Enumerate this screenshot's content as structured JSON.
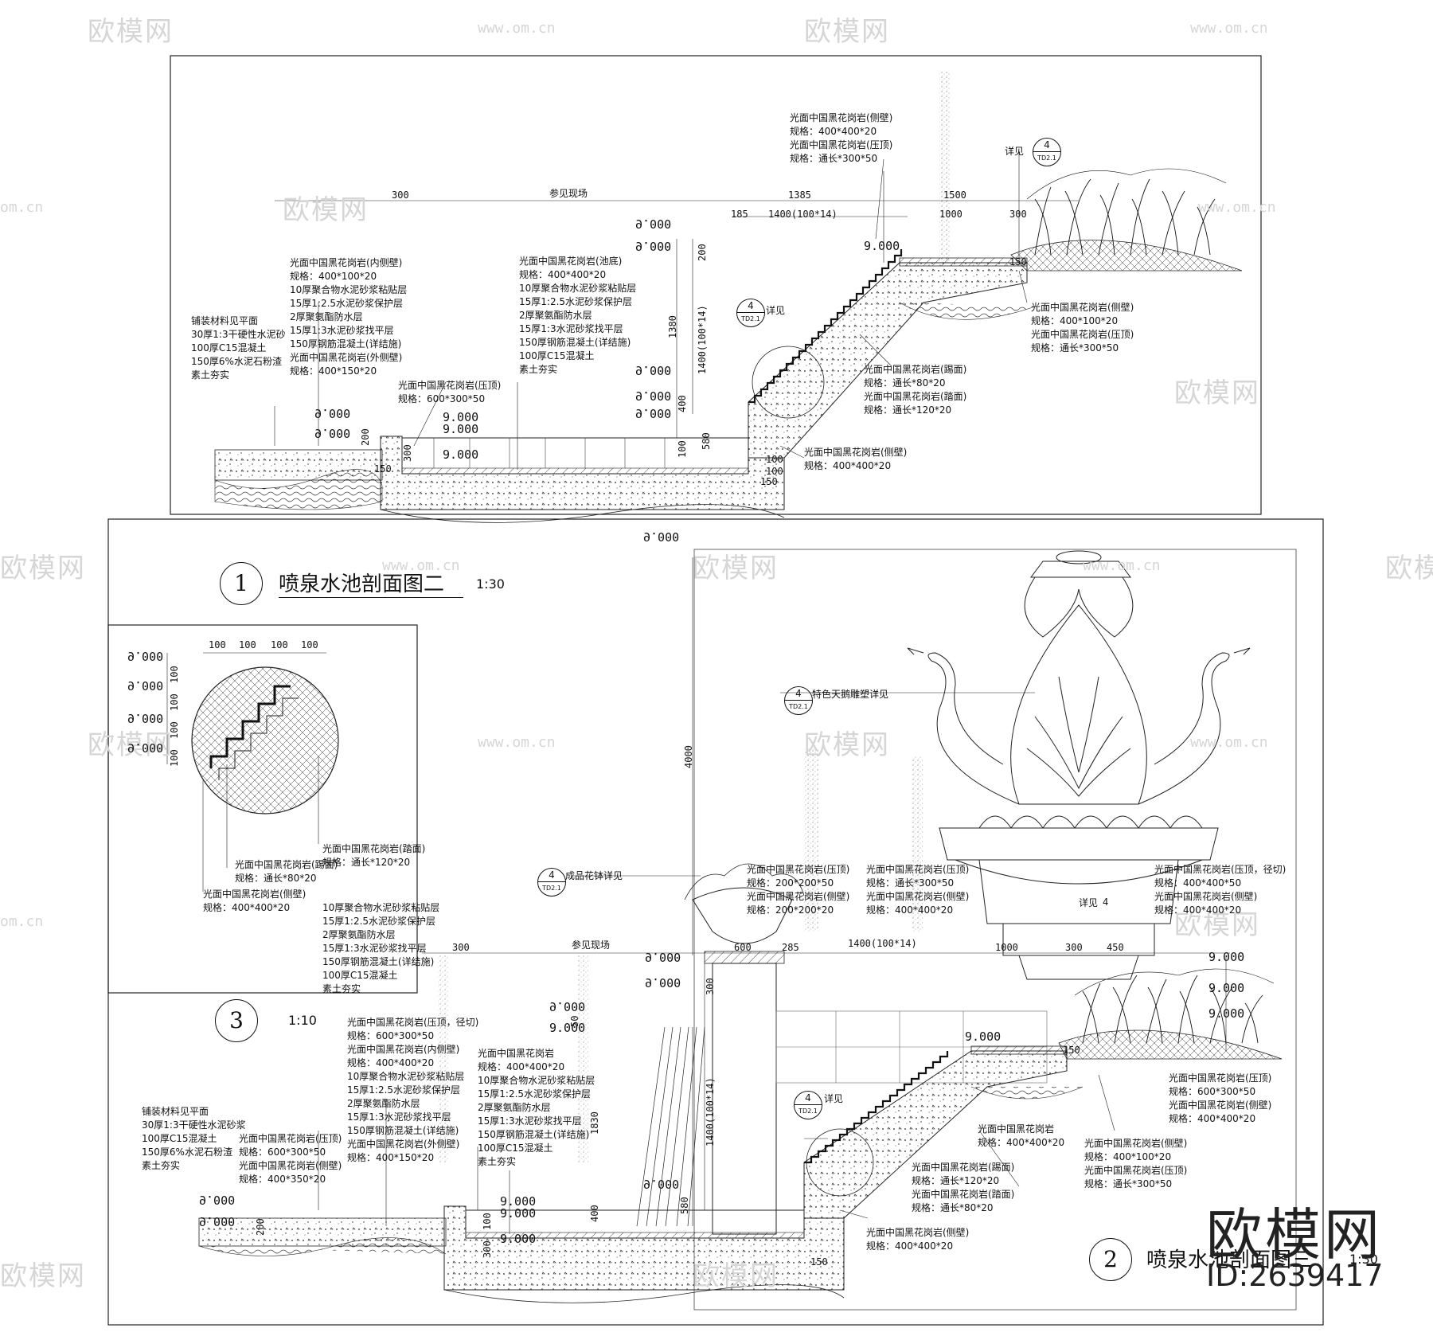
{
  "watermark": {
    "brand": "欧模网",
    "url": "www.om.cn",
    "url_short": "om.cn"
  },
  "stamp": {
    "brand": "欧模网",
    "id": "ID:2639417"
  },
  "section1": {
    "number": "1",
    "title": "喷泉水池剖面图二",
    "scale": "1:30",
    "dims": {
      "d300": "300",
      "ref_site": "参见现场",
      "d1385": "1385",
      "d1500": "1500",
      "d185": "185",
      "d1400x": "1400(100*14)",
      "d1000": "1000",
      "d300b": "300",
      "d150": "150",
      "v200": "200",
      "v1380": "1380",
      "v1400": "1400(100*14)",
      "v400": "400",
      "v580": "580",
      "v100": "100",
      "v200b": "200",
      "v300": "300",
      "d150b": "150",
      "d100": "100",
      "d100b": "100",
      "d150c": "150"
    },
    "elevations": [
      "9.000",
      "9.000",
      "9.000",
      "9.000",
      "9.000",
      "9.000",
      "9.000",
      "9.000",
      "9.000",
      "9.000",
      "9.000",
      "9.000",
      "9.000"
    ],
    "detail_ref_top": {
      "label": "详见",
      "num": "4",
      "sheet": "TD2.1"
    },
    "detail_ref_mid": {
      "label": "详见",
      "num": "4",
      "sheet": "TD2.1"
    },
    "notes": {
      "left": [
        "铺装材料见平面",
        "30厚1:3干硬性水泥砂",
        "100厚C15混凝土",
        "150厚6%水泥石粉渣",
        "素土夯实"
      ],
      "inner_wall": [
        "光面中国黑花岗岩(内侧壁)",
        "规格：400*100*20",
        "10厚聚合物水泥砂浆粘贴层",
        "15厚1:2.5水泥砂浆保护层",
        "2厚聚氨酯防水层",
        "15厚1:3水泥砂浆找平层",
        "150厚钢筋混凝土(详结施)",
        "光面中国黑花岗岩(外侧壁)",
        "规格：400*150*20"
      ],
      "coping_left": [
        "光面中国黑花岗岩(压顶)",
        "规格：600*300*50"
      ],
      "pool_bottom": [
        "光面中国黑花岗岩(池底)",
        "规格：400*400*20",
        "10厚聚合物水泥砂浆粘贴层",
        "15厚1:2.5水泥砂浆保护层",
        "2厚聚氨酯防水层",
        "15厚1:3水泥砂浆找平层",
        "150厚钢筋混凝土(详结施)",
        "100厚C15混凝土",
        "素土夯实"
      ],
      "top_wall": [
        "光面中国黑花岗岩(侧壁)",
        "规格：400*400*20",
        "光面中国黑花岗岩(压顶)",
        "规格：通长*300*50"
      ],
      "right_side": [
        "光面中国黑花岗岩(侧壁)",
        "规格：400*100*20",
        "光面中国黑花岗岩(压顶)",
        "规格：通长*300*50"
      ],
      "step": [
        "光面中国黑花岗岩(踢面)",
        "规格：通长*80*20",
        "光面中国黑花岗岩(踏面)",
        "规格：通长*120*20"
      ],
      "bottom_wall": [
        "光面中国黑花岗岩(侧壁)",
        "规格：400*400*20"
      ]
    }
  },
  "section3": {
    "number": "3",
    "scale": "1:10",
    "dims": [
      "100",
      "100",
      "100",
      "100"
    ],
    "vdims": [
      "100",
      "100",
      "100",
      "100"
    ],
    "elevations": [
      "9.000",
      "9.000",
      "9.000",
      "9.000"
    ],
    "notes": {
      "tread": [
        "光面中国黑花岗岩(踏面)",
        "规格：通长*120*20"
      ],
      "riser": [
        "光面中国黑花岗岩(踢面)",
        "规格：通长*80*20"
      ],
      "layers": [
        "光面中国黑花岗岩(侧壁)",
        "规格：400*400*20",
        "10厚聚合物水泥砂浆粘贴层",
        "15厚1:2.5水泥砂浆保护层",
        "2厚聚氨酯防水层",
        "15厚1:3水泥砂浆找平层",
        "150厚钢筋混凝土(详结施)",
        "100厚C15混凝土",
        "素土夯实"
      ]
    }
  },
  "section2": {
    "number": "2",
    "title": "喷泉水池剖面图三",
    "scale": "1:30",
    "swan_ref": {
      "num": "4",
      "sheet": "TD2.1",
      "label": "特色天鹅雕塑详见"
    },
    "planter_ref": {
      "num": "4",
      "sheet": "TD2.1",
      "label": "成品花钵详见"
    },
    "step_ref": {
      "num": "4",
      "sheet": "TD2.1",
      "label": "详见"
    },
    "detail_ref": {
      "label": "详见",
      "num": "4"
    },
    "dims": {
      "d300": "300",
      "ref_site": "参见现场",
      "d600": "600",
      "d285": "285",
      "d1400": "1400(100*14)",
      "d1000": "1000",
      "d300b": "300",
      "d450": "450",
      "v4000": "4000",
      "v300": "300",
      "v50": "50",
      "v1830": "1830",
      "v1400": "1400(100*14)",
      "v400": "400",
      "v580": "580",
      "v200": "200",
      "v100": "100",
      "v300b": "300",
      "d150": "150",
      "d150b": "150"
    },
    "elevations": [
      "9.000",
      "9.000",
      "9.000",
      "9.000",
      "9.000",
      "9.000",
      "9.000",
      "9.000",
      "9.000",
      "9.000",
      "9.000",
      "9.000",
      "9.000",
      "9.000",
      "9.000"
    ],
    "notes": {
      "top_left": [
        "光面中国黑花岗岩(压顶)",
        "规格：200*200*50",
        "光面中国黑花岗岩(侧壁)",
        "规格：200*200*20"
      ],
      "top_mid": [
        "光面中国黑花岗岩(压顶)",
        "规格：通长*300*50",
        "光面中国黑花岗岩(侧壁)",
        "规格：400*400*20"
      ],
      "top_right": [
        "光面中国黑花岗岩(压顶，径切)",
        "规格：400*400*50",
        "光面中国黑花岗岩(侧壁)",
        "规格：400*400*20"
      ],
      "left": [
        "铺装材料见平面",
        "30厚1:3干硬性水泥砂浆",
        "100厚C15混凝土",
        "150厚6%水泥石粉渣",
        "素土夯实"
      ],
      "mid_left": [
        "光面中国黑花岗岩(压顶)",
        "规格：600*300*50",
        "光面中国黑花岗岩(侧壁)",
        "规格：400*350*20"
      ],
      "inner_wall": [
        "光面中国黑花岗岩(压顶，径切)",
        "规格：600*300*50",
        "光面中国黑花岗岩(内侧壁)",
        "规格：400*400*20",
        "10厚聚合物水泥砂浆粘贴层",
        "15厚1:2.5水泥砂浆保护层",
        "2厚聚氨酯防水层",
        "15厚1:3水泥砂浆找平层",
        "150厚钢筋混凝土(详结施)",
        "光面中国黑花岗岩(外侧壁)",
        "规格：400*150*20"
      ],
      "pool": [
        "光面中国黑花岗岩",
        "规格：400*400*20",
        "10厚聚合物水泥砂浆粘贴层",
        "15厚1:2.5水泥砂浆保护层",
        "2厚聚氨酯防水层",
        "15厚1:3水泥砂浆找平层",
        "150厚钢筋混凝土(详结施)",
        "100厚C15混凝土",
        "素土夯实"
      ],
      "step_wall": [
        "光面中国黑花岗岩",
        "规格：400*400*20"
      ],
      "step": [
        "光面中国黑花岗岩(踢面)",
        "规格：通长*120*20",
        "光面中国黑花岗岩(踏面)",
        "规格：通长*80*20"
      ],
      "right_a": [
        "光面中国黑花岗岩(压顶)",
        "规格：600*300*50",
        "光面中国黑花岗岩(侧壁)",
        "规格：400*400*20"
      ],
      "right_b": [
        "光面中国黑花岗岩(侧壁)",
        "规格：400*100*20",
        "光面中国黑花岗岩(压顶)",
        "规格：通长*300*50"
      ],
      "bottom_wall": [
        "光面中国黑花岗岩(侧壁)",
        "规格：400*400*20"
      ]
    }
  }
}
